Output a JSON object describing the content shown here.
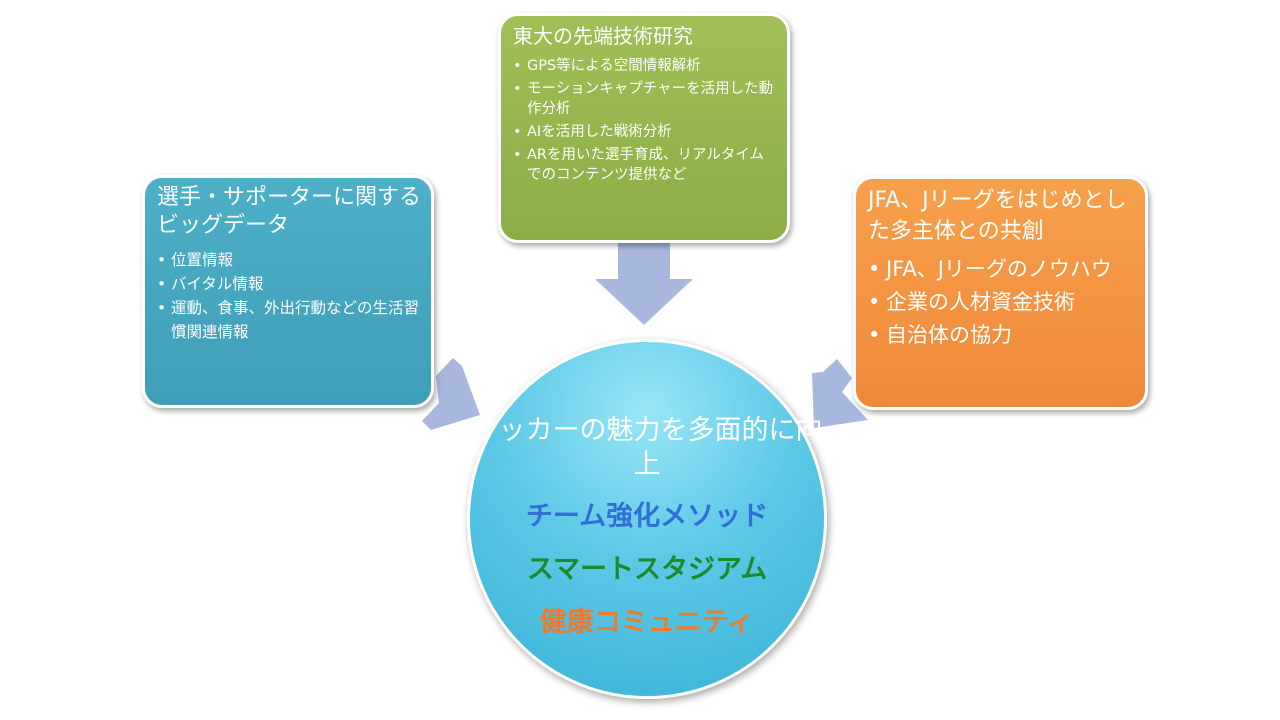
{
  "colors": {
    "left_box": "#45a7c0",
    "top_box": "#96b650",
    "right_box": "#f49641",
    "circle": "#5cc8e6",
    "arrow": "#a7b7dd",
    "team_text": "#2f6fd6",
    "stadium_text": "#1d8a2c",
    "health_text": "#f07a2b"
  },
  "left_box": {
    "title": "選手・サポーターに関するビッグデータ",
    "items": [
      "位置情報",
      "バイタル情報",
      "運動、食事、外出行動などの生活習慣関連情報"
    ]
  },
  "top_box": {
    "title": "東大の先端技術研究",
    "items": [
      "GPS等による空間情報解析",
      "モーションキャプチャーを活用した動作分析",
      "AIを活用した戦術分析",
      "ARを用いた選手育成、リアルタイムでのコンテンツ提供など"
    ]
  },
  "right_box": {
    "title": "JFA、Jリーグをはじめとした多主体との共創",
    "items": [
      "JFA、Jリーグのノウハウ",
      "企業の人材資金技術",
      "自治体の協力"
    ]
  },
  "center": {
    "title": "サッカーの魅力を多面的に向上",
    "line1": "チーム強化メソッド",
    "line2": "スマートスタジアム",
    "line3": "健康コミュニティ"
  }
}
